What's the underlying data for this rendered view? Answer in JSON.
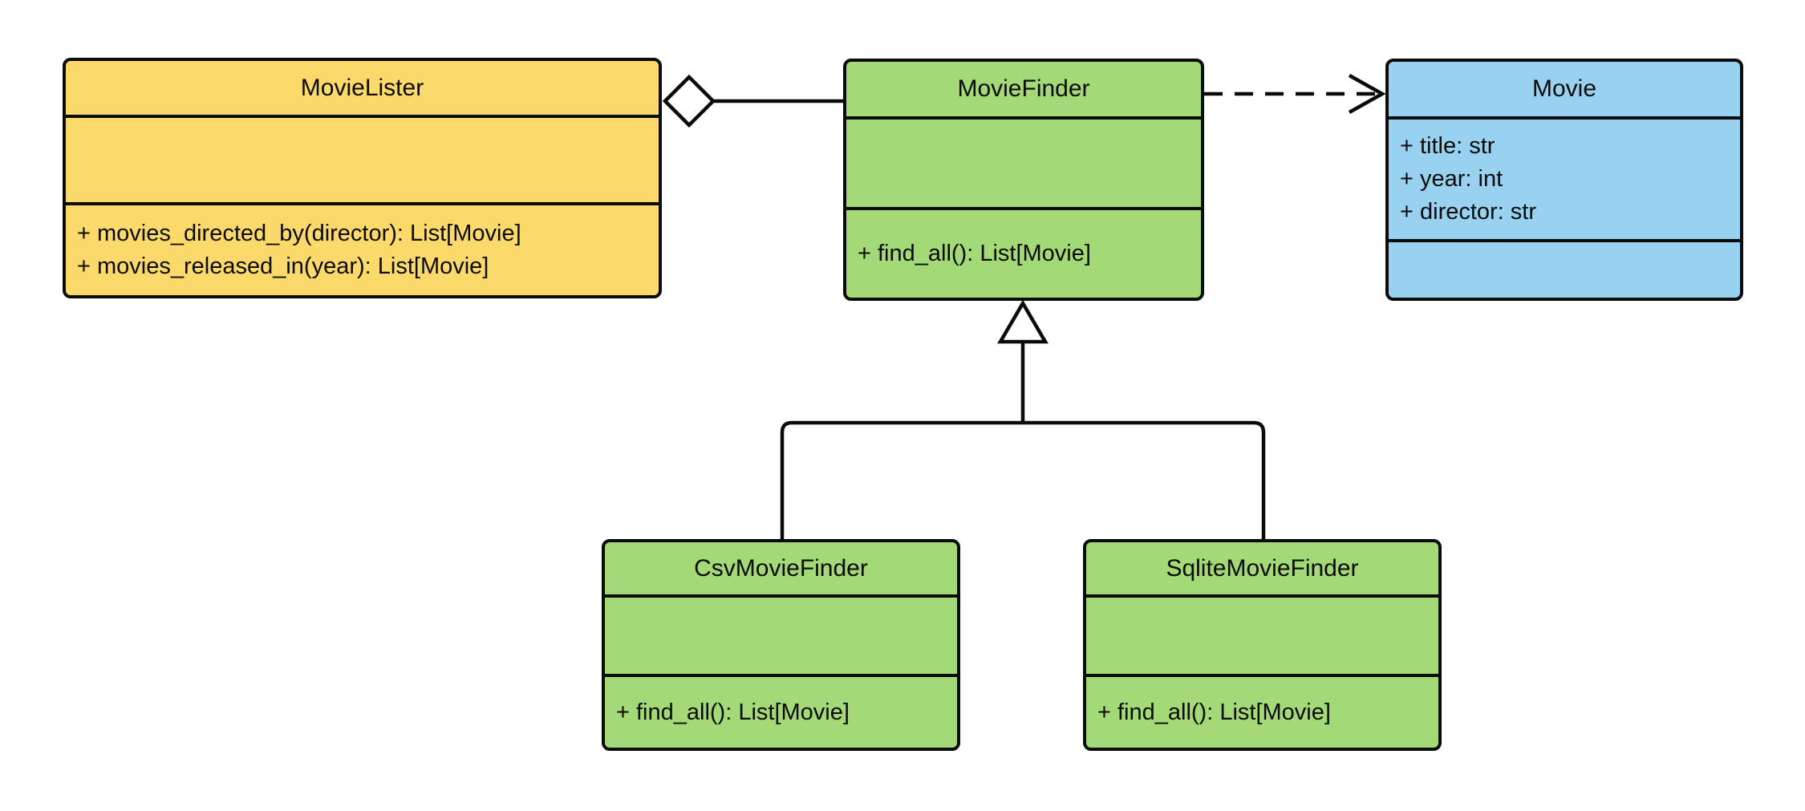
{
  "diagram": {
    "kind": "uml-class-diagram",
    "background_color": "#ffffff",
    "line_color": "#0b0b0b",
    "classes": {
      "movie_lister": {
        "name": "MovieLister",
        "fill": "#FBD96B",
        "attributes": [],
        "methods": [
          "+ movies_directed_by(director): List[Movie]",
          "+ movies_released_in(year): List[Movie]"
        ]
      },
      "movie_finder": {
        "name": "MovieFinder",
        "fill": "#A3D977",
        "attributes": [],
        "methods": [
          "+ find_all(): List[Movie]"
        ]
      },
      "movie": {
        "name": "Movie",
        "fill": "#98D2F0",
        "attributes": [
          "+ title: str",
          "+ year: int",
          "+ director: str"
        ],
        "methods": []
      },
      "csv_movie_finder": {
        "name": "CsvMovieFinder",
        "fill": "#A3D977",
        "attributes": [],
        "methods": [
          "+ find_all(): List[Movie]"
        ]
      },
      "sqlite_movie_finder": {
        "name": "SqliteMovieFinder",
        "fill": "#A3D977",
        "attributes": [],
        "methods": [
          "+ find_all(): List[Movie]"
        ]
      }
    },
    "relationships": [
      {
        "type": "aggregation",
        "from": "MovieLister",
        "to": "MovieFinder",
        "marker": "hollow-diamond",
        "line": "solid"
      },
      {
        "type": "dependency",
        "from": "MovieFinder",
        "to": "Movie",
        "marker": "open-arrow",
        "line": "dashed"
      },
      {
        "type": "inheritance",
        "from": "CsvMovieFinder",
        "to": "MovieFinder",
        "marker": "hollow-triangle",
        "line": "solid"
      },
      {
        "type": "inheritance",
        "from": "SqliteMovieFinder",
        "to": "MovieFinder",
        "marker": "hollow-triangle",
        "line": "solid"
      }
    ]
  }
}
